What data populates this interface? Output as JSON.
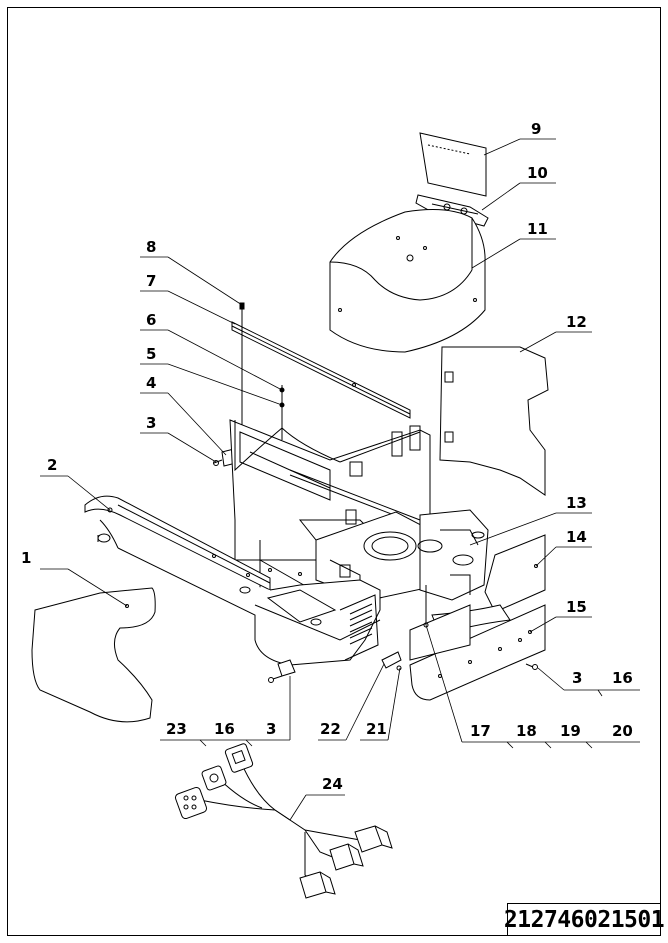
{
  "drawing": {
    "number": "212746021501",
    "callouts": [
      {
        "id": "c1",
        "label": "1"
      },
      {
        "id": "c2",
        "label": "2"
      },
      {
        "id": "c3a",
        "label": "3"
      },
      {
        "id": "c4",
        "label": "4"
      },
      {
        "id": "c5",
        "label": "5"
      },
      {
        "id": "c6",
        "label": "6"
      },
      {
        "id": "c7",
        "label": "7"
      },
      {
        "id": "c8",
        "label": "8"
      },
      {
        "id": "c9",
        "label": "9"
      },
      {
        "id": "c10",
        "label": "10"
      },
      {
        "id": "c11",
        "label": "11"
      },
      {
        "id": "c12",
        "label": "12"
      },
      {
        "id": "c13",
        "label": "13"
      },
      {
        "id": "c14",
        "label": "14"
      },
      {
        "id": "c15",
        "label": "15"
      },
      {
        "id": "c3b",
        "label": "3"
      },
      {
        "id": "c16a",
        "label": "16"
      },
      {
        "id": "c17",
        "label": "17"
      },
      {
        "id": "c18",
        "label": "18"
      },
      {
        "id": "c19",
        "label": "19"
      },
      {
        "id": "c20",
        "label": "20"
      },
      {
        "id": "c21",
        "label": "21"
      },
      {
        "id": "c22",
        "label": "22"
      },
      {
        "id": "c23",
        "label": "23"
      },
      {
        "id": "c16b",
        "label": "16"
      },
      {
        "id": "c3c",
        "label": "3"
      },
      {
        "id": "c24",
        "label": "24"
      }
    ]
  }
}
